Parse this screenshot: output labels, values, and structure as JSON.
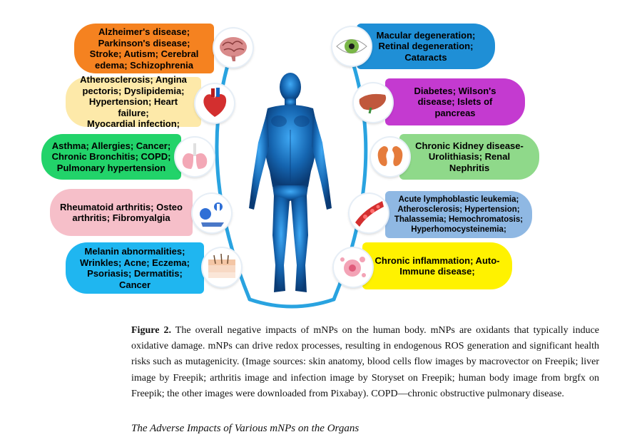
{
  "figure": {
    "left_boxes": [
      {
        "lines": [
          "Alzheimer's disease;",
          "Parkinson's disease;",
          "Stroke; Autism;  Cerebral",
          "edema; Schizophrenia"
        ],
        "color": "#f58220",
        "icon": "brain-icon"
      },
      {
        "lines": [
          "Atherosclerosis; Angina",
          "pectoris; Dyslipidemia;",
          "Hypertension; Heart failure;",
          "Myocardial infection;"
        ],
        "color": "#fde9a9",
        "icon": "heart-icon"
      },
      {
        "lines": [
          "Asthma; Allergies; Cancer;",
          "Chronic Bronchitis; COPD;",
          "Pulmonary hypertension"
        ],
        "color": "#22d36a",
        "icon": "lungs-icon"
      },
      {
        "lines": [
          "Rheumatoid arthritis; Osteo",
          "arthritis; Fibromyalgia"
        ],
        "color": "#f6bfc9",
        "icon": "arthritis-icon"
      },
      {
        "lines": [
          "Melanin abnormalities;",
          "Wrinkles; Acne; Eczema;",
          "Psoriasis; Dermatitis;",
          "Cancer"
        ],
        "color": "#1fb6f0",
        "icon": "skin-icon"
      }
    ],
    "right_boxes": [
      {
        "lines": [
          "Macular degeneration;",
          "Retinal degeneration;",
          "Cataracts"
        ],
        "color": "#1f8fd6",
        "icon": "eye-icon"
      },
      {
        "lines": [
          "Diabetes; Wilson's",
          "disease; Islets of",
          "pancreas"
        ],
        "color": "#c43ad0",
        "icon": "liver-icon"
      },
      {
        "lines": [
          "Chronic Kidney disease-",
          "Urolithiasis; Renal",
          "Nephritis"
        ],
        "color": "#8fd98a",
        "icon": "kidney-icon"
      },
      {
        "lines": [
          "Acute lymphoblastic leukemia;",
          "Atherosclerosis; Hypertension;",
          "Thalassemia; Hemochromatosis;",
          "Hyperhomocysteinemia;"
        ],
        "color": "#8fb8e3",
        "icon": "blood-cells-icon"
      },
      {
        "lines": [
          "Chronic inflammation; Auto-",
          "Immune disease;"
        ],
        "color": "#fff200",
        "icon": "infection-icon"
      }
    ],
    "ring_color": "#29a3e0"
  },
  "caption": {
    "label": "Figure 2.",
    "text": " The overall negative impacts of mNPs on the human body. mNPs are oxidants that typically induce oxidative damage. mNPs can drive redox processes, resulting in endogenous ROS generation and significant health risks such as mutagenicity. (Image sources: skin anatomy, blood cells flow images by macrovector on Freepik; liver image by Freepik; arthritis image and infection image by Storyset on Freepik; human body image from brgfx on Freepik; the other images were downloaded from Pixabay). COPD—chronic obstructive pulmonary disease."
  },
  "section_heading": "The Adverse Impacts of Various mNPs on the Organs"
}
